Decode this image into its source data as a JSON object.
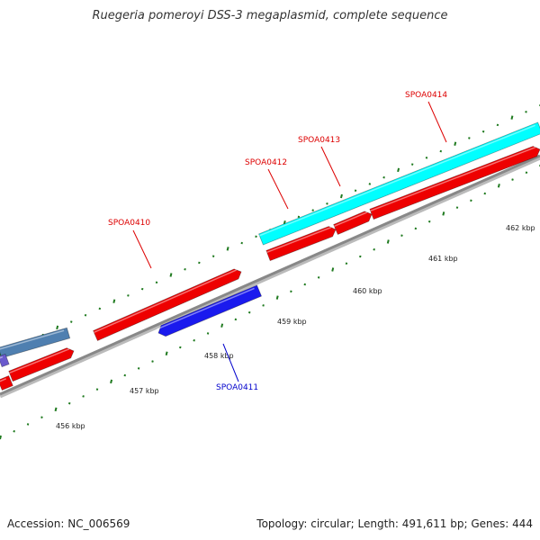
{
  "title": "Ruegeria pomeroyi DSS-3 megaplasmid, complete sequence",
  "footer": {
    "accession": "Accession: NC_006569",
    "summary": "Topology: circular; Length: 491,611 bp; Genes: 444"
  },
  "scale": {
    "unit": "kbp",
    "tick_labels": [
      "456 kbp",
      "457 kbp",
      "458 kbp",
      "459 kbp",
      "460 kbp",
      "461 kbp",
      "462 kbp"
    ]
  },
  "gene_labels": [
    {
      "name": "SPOA0410",
      "strand": "forward",
      "color": "#dd0000"
    },
    {
      "name": "SPOA0411",
      "strand": "reverse",
      "color": "#0000cc"
    },
    {
      "name": "SPOA0412",
      "strand": "forward",
      "color": "#dd0000"
    },
    {
      "name": "SPOA0413",
      "strand": "forward",
      "color": "#dd0000"
    },
    {
      "name": "SPOA0414",
      "strand": "forward",
      "color": "#dd0000"
    }
  ],
  "colors": {
    "cds": "#ee0000",
    "reverse_cds": "#1a1aee",
    "feature_cyan": "#00ffff",
    "feature_steelblue": "#4f7fb0",
    "feature_purple": "#6a5acd",
    "backbone": "#888888",
    "ticks": "#1f7a1f"
  }
}
